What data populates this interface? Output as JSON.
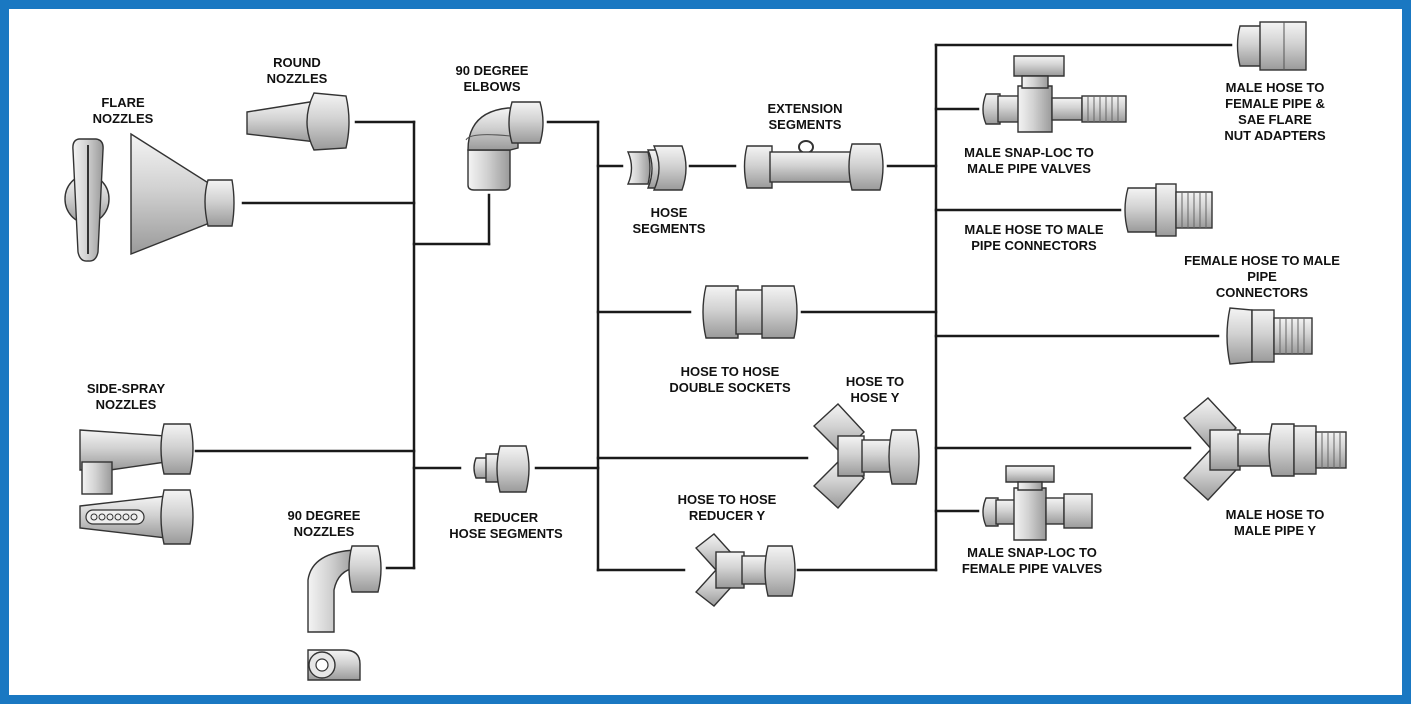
{
  "colors": {
    "border": "#1a78c2",
    "lines": "#1a1a1a",
    "parts": "#c9c9c9"
  },
  "labels": {
    "flare_nozzles": "FLARE\nNOZZLES",
    "round_nozzles": "ROUND\nNOZZLES",
    "elbows_90": "90 DEGREE\nELBOWS",
    "extension_segments": "EXTENSION\nSEGMENTS",
    "hose_segments": "HOSE\nSEGMENTS",
    "male_snaploc_male_pipe": "MALE SNAP-LOC TO\nMALE PIPE VALVES",
    "male_hose_female_pipe": "MALE HOSE TO\nFEMALE PIPE &\nSAE FLARE\nNUT ADAPTERS",
    "male_hose_male_pipe_conn": "MALE HOSE TO MALE\nPIPE CONNECTORS",
    "female_hose_male_pipe_conn": "FEMALE HOSE TO MALE\nPIPE\nCONNECTORS",
    "hose_double_sockets": "HOSE TO HOSE\nDOUBLE SOCKETS",
    "hose_y": "HOSE TO\nHOSE Y",
    "side_spray_nozzles": "SIDE-SPRAY\nNOZZLES",
    "reducer_hose_segments": "REDUCER\nHOSE SEGMENTS",
    "hose_reducer_y": "HOSE TO HOSE\nREDUCER Y",
    "male_hose_male_pipe_y": "MALE HOSE TO\nMALE PIPE Y",
    "nozzles_90": "90 DEGREE\nNOZZLES",
    "male_snaploc_female_pipe": "MALE SNAP-LOC TO\nFEMALE PIPE VALVES"
  }
}
